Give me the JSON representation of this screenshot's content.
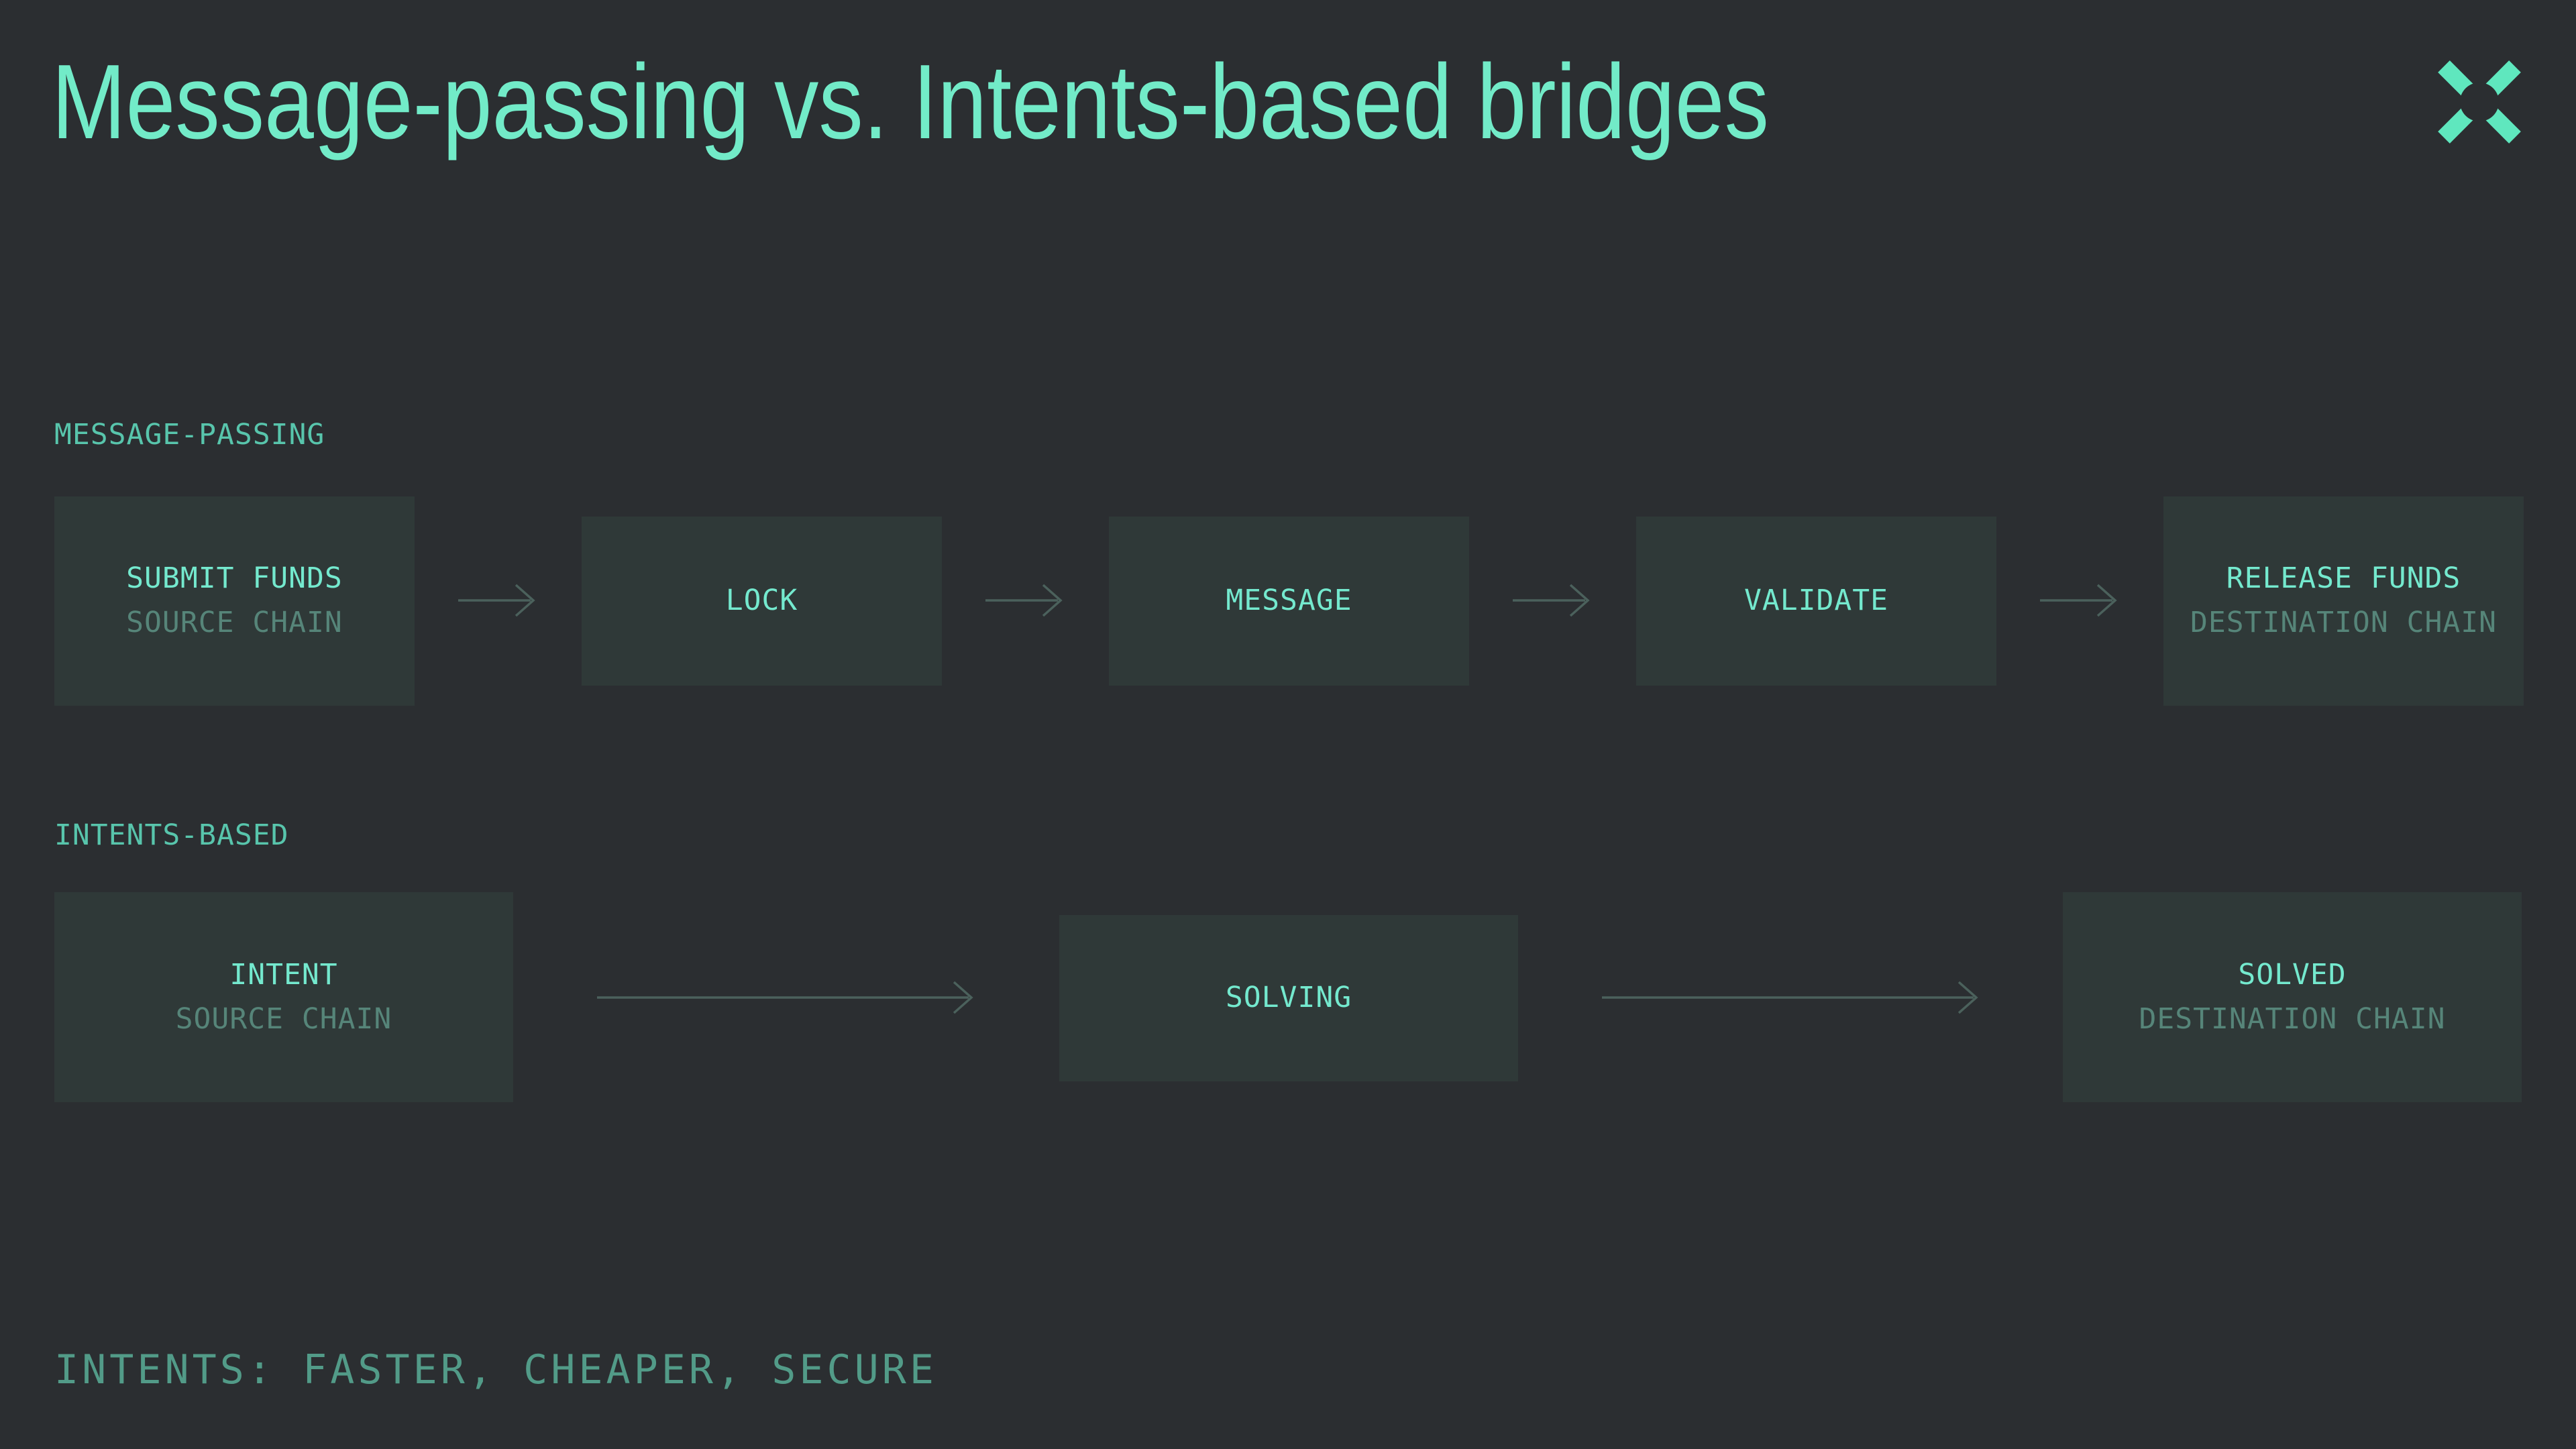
{
  "page": {
    "background_color": "#2b2e31",
    "title": "Message-passing vs. Intents-based bridges"
  },
  "colors": {
    "title_text": "#72ebc8",
    "logo_mint": "#5fe7be",
    "box_background": "#2f3938",
    "box_primary_text": "#74e9ce",
    "box_secondary_text": "#568579",
    "section_label_text": "#58c5ac",
    "footer_text": "#529b88",
    "arrow": "#4b615c"
  },
  "header": {
    "logo_icon": "x-mark-logo"
  },
  "sections": [
    {
      "label": "MESSAGE-PASSING",
      "boxes": [
        {
          "title": "SUBMIT FUNDS",
          "subtitle": "SOURCE CHAIN"
        },
        {
          "title": "LOCK"
        },
        {
          "title": "MESSAGE"
        },
        {
          "title": "VALIDATE"
        },
        {
          "title": "RELEASE FUNDS",
          "subtitle": "DESTINATION CHAIN"
        }
      ]
    },
    {
      "label": "INTENTS-BASED",
      "boxes": [
        {
          "title": "INTENT",
          "subtitle": "SOURCE CHAIN"
        },
        {
          "title": "SOLVING"
        },
        {
          "title": "SOLVED",
          "subtitle": "DESTINATION CHAIN"
        }
      ]
    }
  ],
  "footer": {
    "tagline": "INTENTS: FASTER, CHEAPER, SECURE"
  }
}
